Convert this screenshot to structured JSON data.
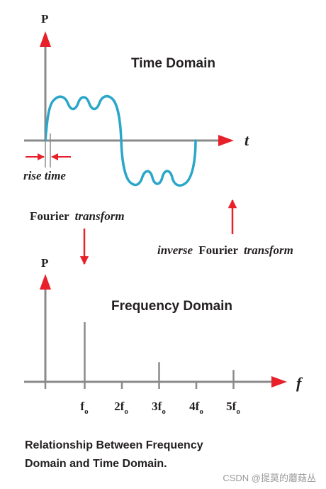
{
  "time_panel": {
    "y_axis_label": "P",
    "title": "Time Domain",
    "x_axis_label": "t",
    "rise_time_label": "rise time"
  },
  "fourier_transform": {
    "word_1": "Fourier",
    "word_2": "transform"
  },
  "inverse_transform": {
    "word_1": "inverse",
    "word_2": "Fourier",
    "word_3": "transform"
  },
  "frequency_panel": {
    "y_axis_label": "P",
    "title": "Frequency Domain",
    "x_axis_label": "f",
    "tick_labels": [
      {
        "main": "f",
        "sub": "o"
      },
      {
        "main": "2f",
        "sub": "o"
      },
      {
        "main": "3f",
        "sub": "o"
      },
      {
        "main": "4f",
        "sub": "o"
      },
      {
        "main": "5f",
        "sub": "o"
      }
    ]
  },
  "spectrum": {
    "harmonics": [
      1,
      3,
      5
    ],
    "relative_amplitudes": [
      1.0,
      0.33,
      0.2
    ]
  },
  "caption": {
    "line_1": "Relationship Between Frequency",
    "line_2": "Domain and Time Domain."
  },
  "watermark": "CSDN @提莫的蘑菇丛",
  "colors": {
    "waveform": "#2aa6c9",
    "arrow_red": "#e8202a",
    "axis_gray": "#8a8a8a",
    "text": "#231f20"
  }
}
